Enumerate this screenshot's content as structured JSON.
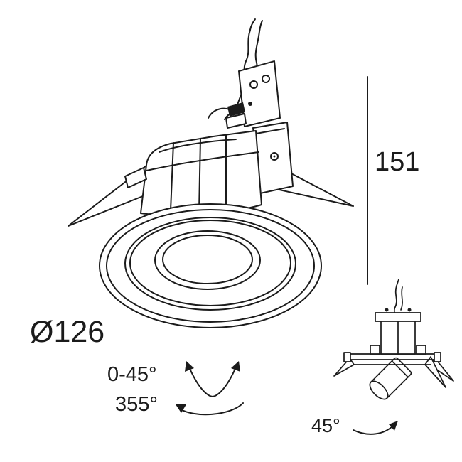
{
  "document": {
    "type": "technical-drawing",
    "background_color": "#ffffff",
    "line_color": "#1b1b1b"
  },
  "labels": {
    "height": "151",
    "diameter": "Ø126",
    "tilt_range": "0-45°",
    "rotation": "355°",
    "side_tilt": "45°"
  }
}
